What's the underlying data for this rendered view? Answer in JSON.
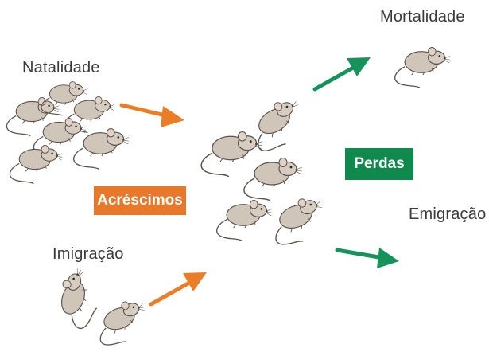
{
  "labels": {
    "natalidade": "Natalidade",
    "imigracao": "Imigração",
    "mortalidade": "Mortalidade",
    "emigracao": "Emigração"
  },
  "badges": {
    "acrescimos": "Acréscimos",
    "perdas": "Perdas"
  },
  "colors": {
    "acrescimos_badge": "#e8792a",
    "perdas_badge": "#0f8a4c",
    "gain_arrow": "#ea7d25",
    "loss_arrow": "#16935a",
    "mouse_body": "#cfc5b8",
    "mouse_outline": "#5b524a"
  }
}
